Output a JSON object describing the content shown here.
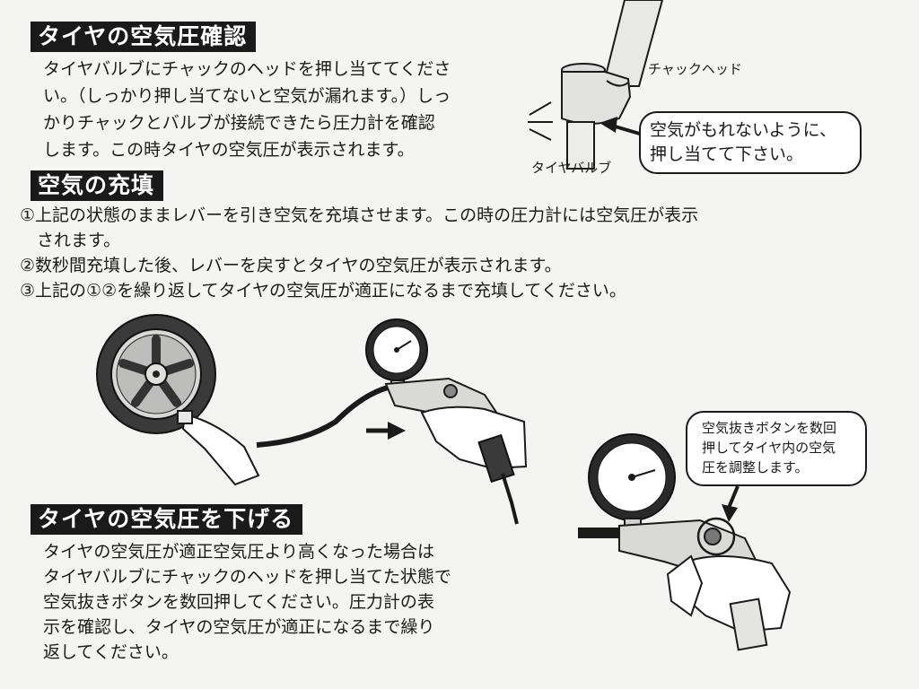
{
  "section1": {
    "heading": "タイヤの空気圧確認",
    "lines": [
      "タイヤバルブにチャックのヘッドを押し当ててくださ",
      "い。（しっかり押し当てないと空気が漏れます。）しっ",
      "かりチャックとバルブが接続できたら圧力計を確認",
      "します。この時タイヤの空気圧が表示されます。"
    ],
    "diagram": {
      "chuck_head_label": "チャックヘッド",
      "tire_valve_label": "タイヤバルブ",
      "bubble_lines": [
        "空気がもれないように、",
        "押し当てて下さい。"
      ]
    }
  },
  "section2": {
    "heading": "空気の充填",
    "steps": [
      "①上記の状態のままレバーを引き空気を充填させます。この時の圧力計には空気圧が表示",
      "　されます。",
      "②数秒間充填した後、レバーを戻すとタイヤの空気圧が表示されます。",
      "③上記の①②を繰り返してタイヤの空気圧が適正になるまで充填してください。"
    ]
  },
  "section3": {
    "heading": "タイヤの空気圧を下げる",
    "lines": [
      "タイヤの空気圧が適正空気圧より高くなった場合は",
      "タイヤバルブにチャックのヘッドを押し当てた状態で",
      "空気抜きボタンを数回押してください。圧力計の表",
      "示を確認し、タイヤの空気圧が適正になるまで繰り",
      "返してください。"
    ],
    "bubble_lines": [
      "空気抜きボタンを数回",
      "押してタイヤ内の空気",
      "圧を調整します。"
    ]
  },
  "icons": {
    "tire": "tire-illustration",
    "gauge": "pressure-gauge-icon",
    "arrow": "arrow-right-icon",
    "valve": "tire-valve-icon"
  }
}
